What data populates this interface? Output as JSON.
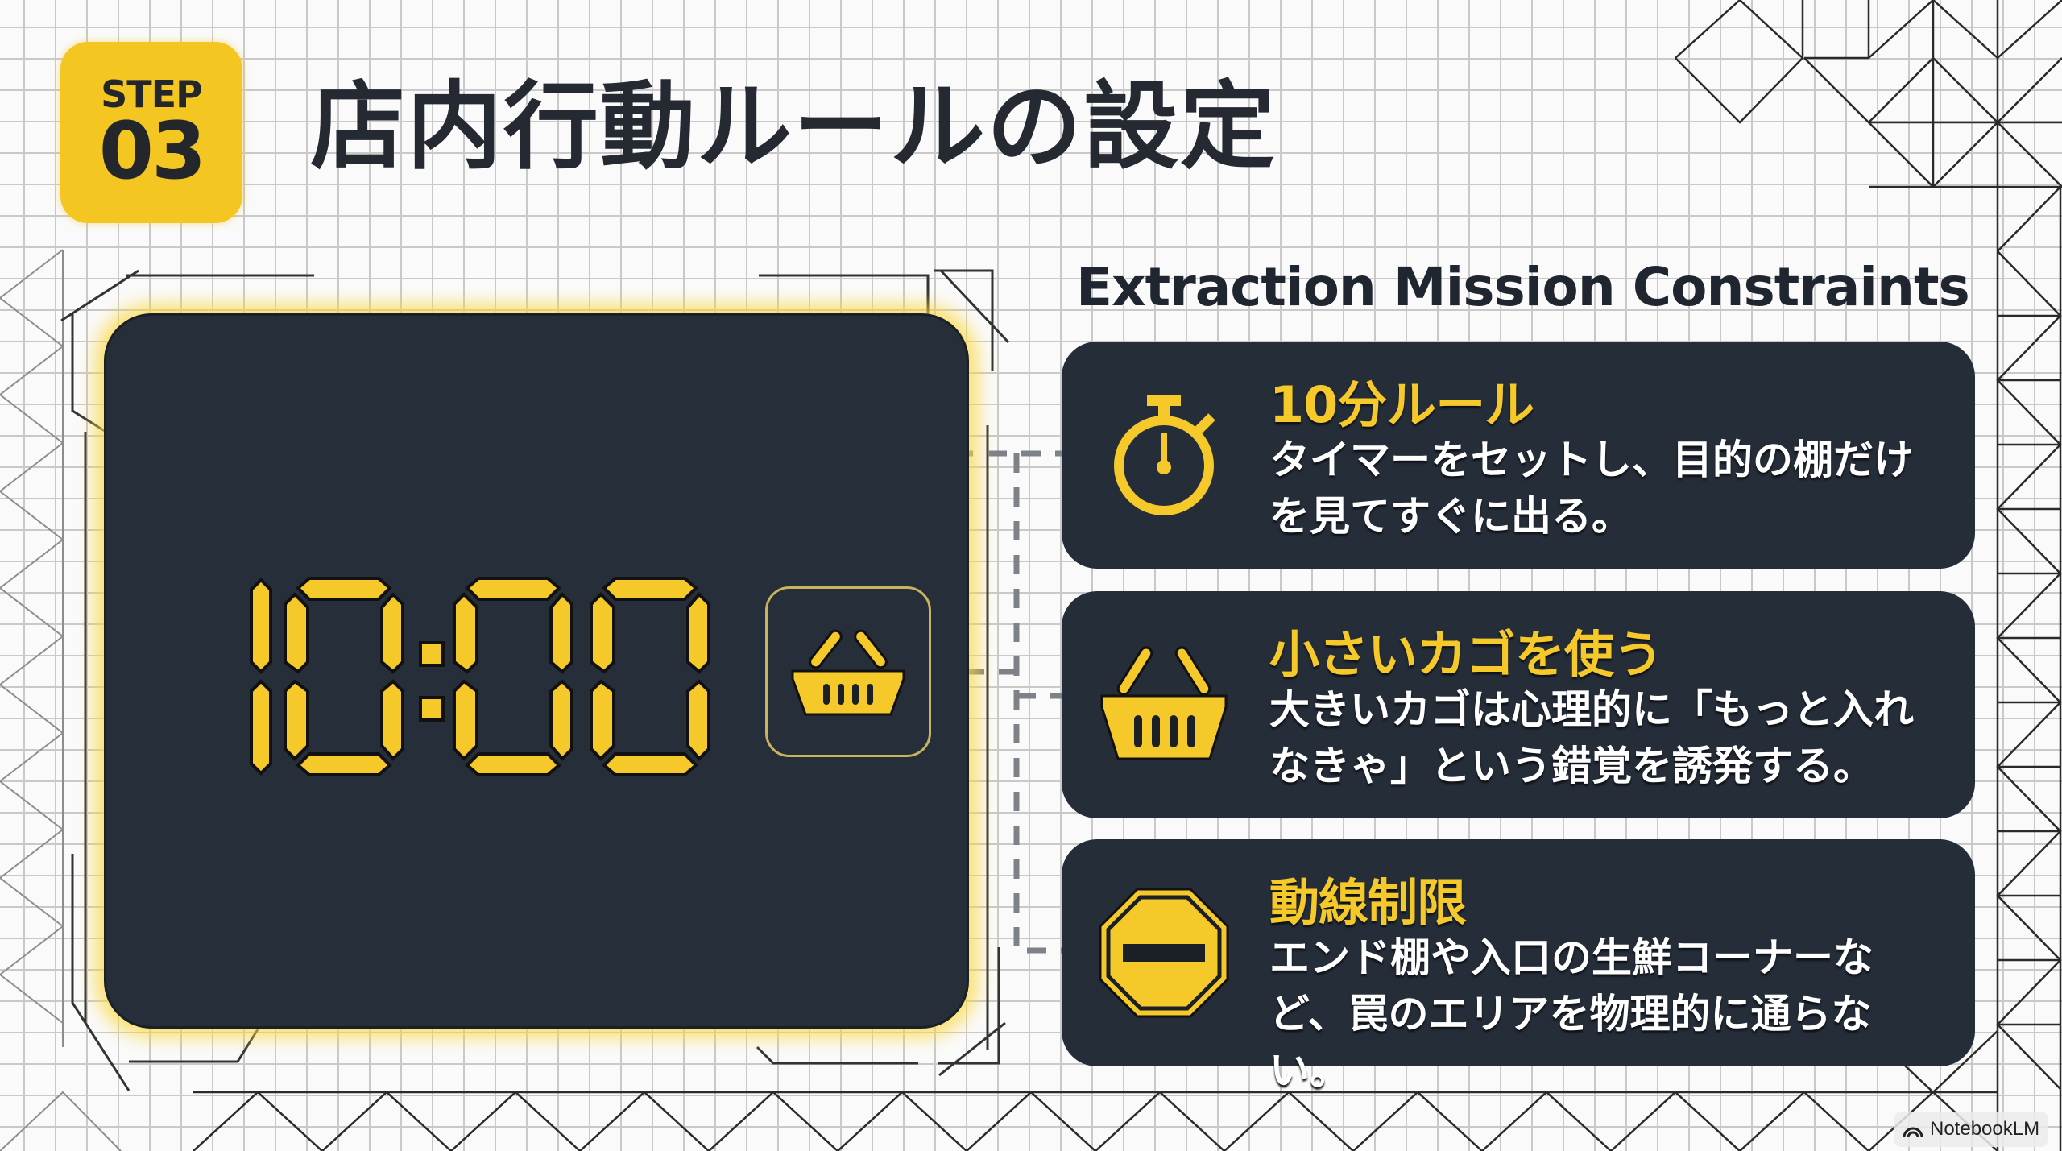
{
  "step": {
    "label": "STEP",
    "number": "03"
  },
  "title": "店内行動ルールの設定",
  "subtitle": "Extraction Mission Constraints",
  "timer": {
    "display": "10:00",
    "icon": "basket-icon"
  },
  "cards": [
    {
      "icon": "stopwatch-icon",
      "title": "10分ルール",
      "body": "タイマーをセットし、目的の棚だけを見てすぐに出る。"
    },
    {
      "icon": "basket-icon",
      "title": "小さいカゴを使う",
      "body": "大きいカゴは心理的に「もっと入れなきゃ」という錯覚を誘発する。"
    },
    {
      "icon": "no-entry-icon",
      "title": "動線制限",
      "body": "エンド棚や入口の生鮮コーナーなど、罠のエリアを物理的に通らない。"
    }
  ],
  "watermark": {
    "icon": "notebooklm-logo-icon",
    "label": "NotebookLM"
  },
  "colors": {
    "accent": "#f5c92a",
    "panel": "#252d39",
    "text_dark": "#252a32",
    "background": "#fafafa"
  }
}
